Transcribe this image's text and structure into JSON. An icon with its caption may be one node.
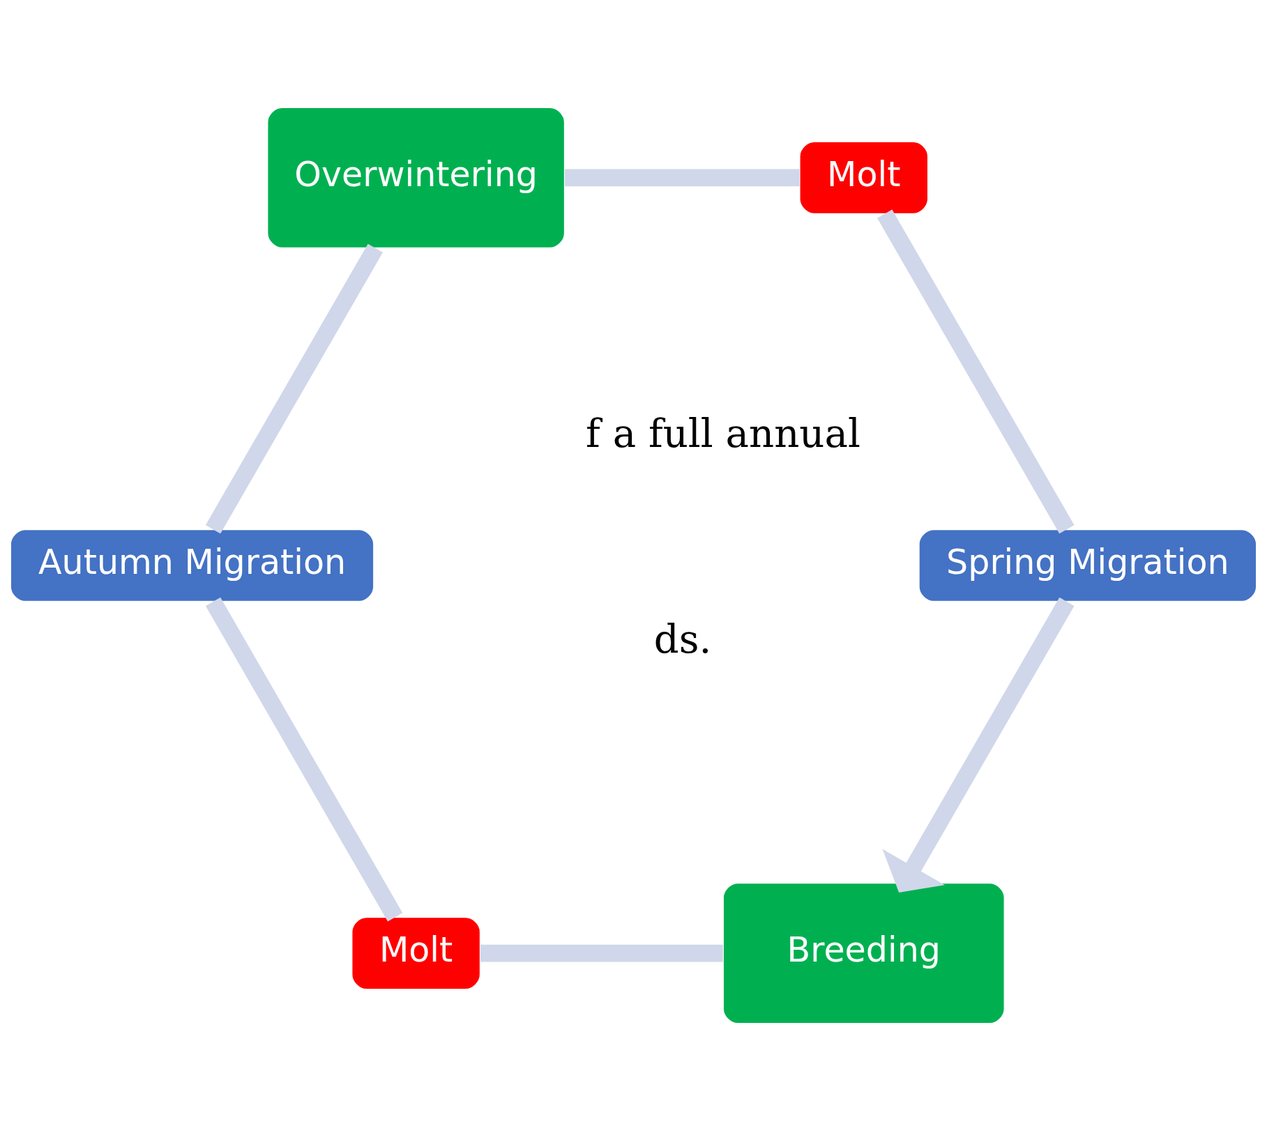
{
  "diagram": {
    "nodes": [
      {
        "text": [
          "Breeding"
        ]
      },
      {
        "text": [
          "Molt"
        ]
      },
      {
        "text": [
          "Autumn Migration"
        ]
      },
      {
        "text": [
          "Overwintering"
        ]
      },
      {
        "text": [
          "Molt"
        ]
      },
      {
        "text": [
          "Spring Migration"
        ]
      }
    ],
    "edges": [
      {
        "from": 0,
        "to": 1,
        "arrow": "none"
      },
      {
        "from": 1,
        "to": 2,
        "arrow": "none"
      },
      {
        "from": 2,
        "to": 3,
        "arrow": "none"
      },
      {
        "from": 3,
        "to": 4,
        "arrow": "none"
      },
      {
        "from": 4,
        "to": 5,
        "arrow": "none"
      },
      {
        "from": 5,
        "to": 0,
        "arrow": "to"
      }
    ],
    "labels": [
      "f a full annual",
      "ds."
    ]
  }
}
